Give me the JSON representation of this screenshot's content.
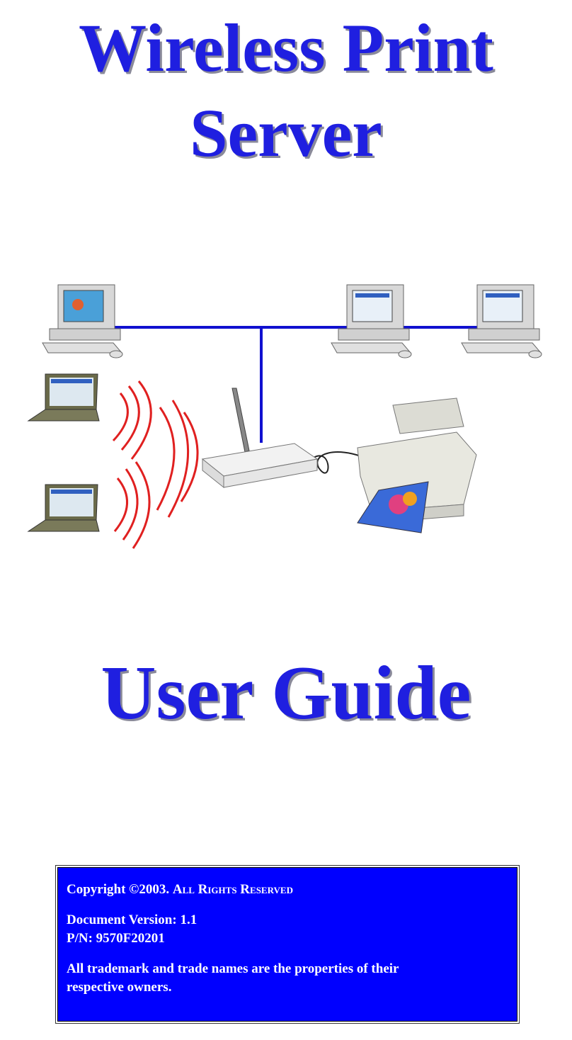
{
  "title": {
    "line1": "Wireless Print",
    "line2": "Server"
  },
  "subtitle": "User Guide",
  "colors": {
    "title_blue": "#1f1fe0",
    "box_blue": "#0000ff",
    "network_line": "#1010d0",
    "wireless_waves": "#e02020"
  },
  "illustration": {
    "icons": [
      "desktop-computer-icon",
      "desktop-computer-icon",
      "desktop-computer-icon",
      "laptop-icon",
      "laptop-icon",
      "wireless-router-icon",
      "printer-icon",
      "wireless-signal-icon"
    ]
  },
  "info": {
    "copyright_prefix": "Copyright ©2003. ",
    "copyright_rights": "All Rights Reserved",
    "document_version": "Document Version: 1.1",
    "part_number": "P/N: 9570F20201",
    "trademark_line1": "All trademark and trade names are the properties of their",
    "trademark_line2": "respective owners."
  }
}
